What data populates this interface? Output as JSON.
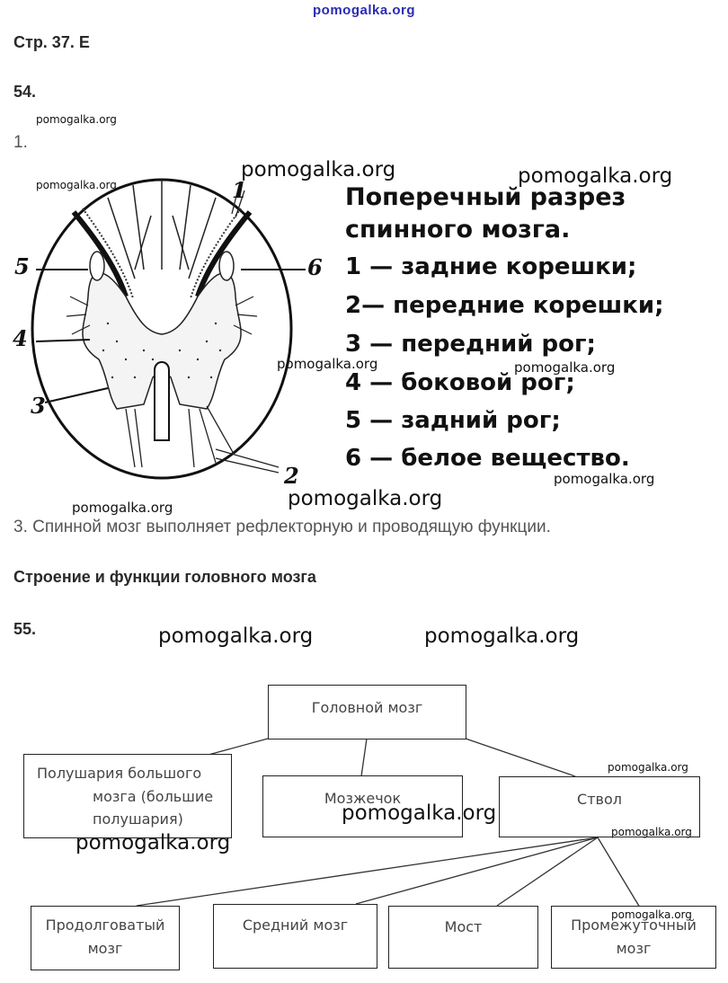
{
  "site_top": "pomogalka.org",
  "page_title": "Стр. 37. Е",
  "task54": {
    "number": "54.",
    "item1": "1.",
    "legend": {
      "title_line1": "Поперечный разрез",
      "title_line2": "спинного мозга.",
      "items": [
        "1 — задние корешки;",
        "2— передние корешки;",
        "3 — передний рог;",
        "4 — боковой рог;",
        "5 — задний рог;",
        "6 — белое вещество."
      ]
    },
    "figure_labels": [
      "1",
      "2",
      "3",
      "4",
      "5",
      "6"
    ],
    "item3": "3. Спинной мозг выполняет рефлекторную и проводящую функции."
  },
  "section_title": "Строение и функции головного мозга",
  "task55": {
    "number": "55.",
    "root": "Головной мозг",
    "level1": {
      "hemispheres_line1": "Полушария большого",
      "hemispheres_line2": "мозга (большие",
      "hemispheres_line3": "полушария)",
      "cerebellum": "Мозжечок",
      "stem": "Ствол"
    },
    "level2": {
      "medulla_line1": "Продолговатый",
      "medulla_line2": "мозг",
      "midbrain": "Средний мозг",
      "pons": "Мост",
      "diencephalon_line1": "Промежуточный",
      "diencephalon_line2": "мозг"
    }
  },
  "watermarks": {
    "text": "pomogalka.org"
  }
}
